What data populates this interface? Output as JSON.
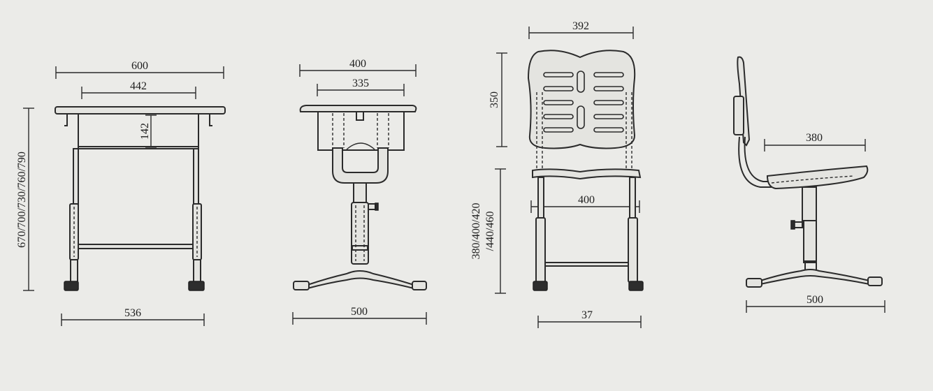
{
  "desk_front": {
    "top_width": "600",
    "inner_width": "442",
    "drawer_height": "142",
    "height_options": "670/700/730/760/790",
    "base_width": "536"
  },
  "desk_side": {
    "top_depth": "400",
    "inner_depth": "335",
    "base_depth": "500"
  },
  "chair_front": {
    "backrest_width": "392",
    "backrest_height": "350",
    "seat_width": "400",
    "seat_height_options_line1": "380/400/420",
    "seat_height_options_line2": "/440/460",
    "base_width": "37"
  },
  "chair_side": {
    "seat_depth": "380",
    "base_depth": "500"
  }
}
